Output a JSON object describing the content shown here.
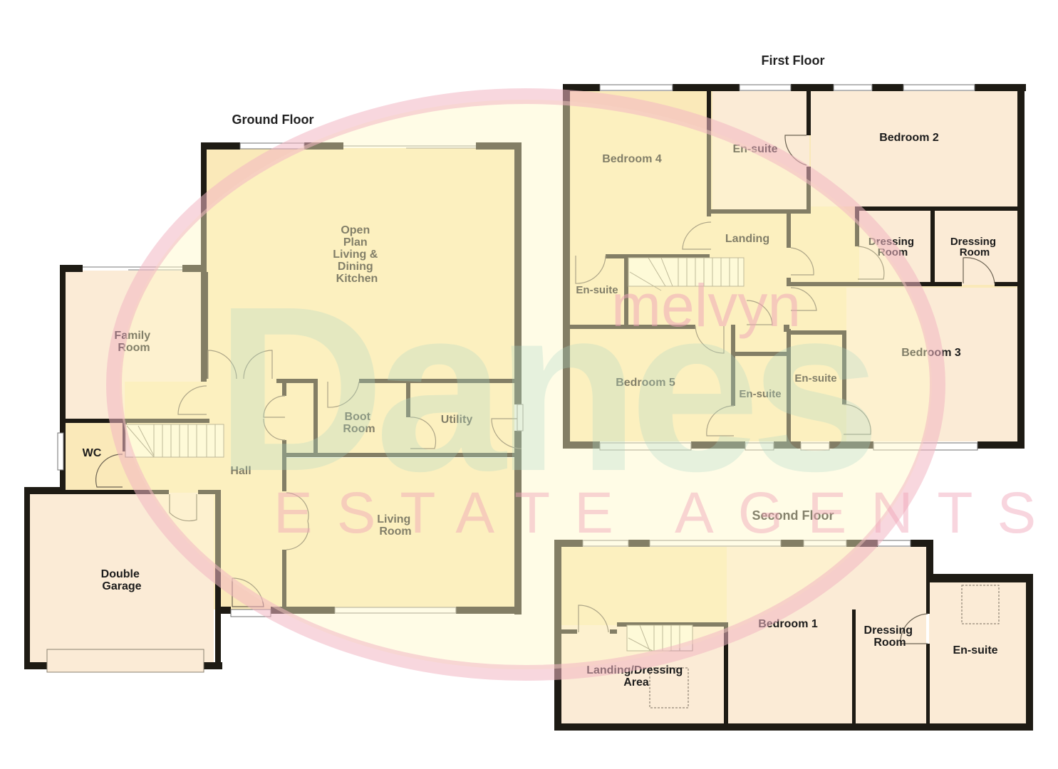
{
  "watermark": {
    "brand_small": "melvyn",
    "brand_large": "Danes",
    "tagline": "ESTATE AGENTS",
    "colors": {
      "ring": "#f3b6c2",
      "large_text": "#a9d7c6",
      "small_text": "#f0a4b8"
    }
  },
  "colors": {
    "wall": "#1e1b14",
    "room_primary": "#fae9b9",
    "room_secondary": "#fbebd6",
    "background": "#ffffff"
  },
  "floors": {
    "ground": {
      "title": "Ground Floor",
      "rooms": {
        "open_plan": [
          "Open",
          "Plan",
          "Living &",
          "Dining",
          "Kitchen"
        ],
        "family_room": [
          "Family",
          "Room"
        ],
        "wc": "WC",
        "hall": "Hall",
        "boot_room": [
          "Boot",
          "Room"
        ],
        "utility": "Utility",
        "living_room": [
          "Living",
          "Room"
        ],
        "double_garage": [
          "Double",
          "Garage"
        ]
      }
    },
    "first": {
      "title": "First Floor",
      "rooms": {
        "bedroom_4": "Bedroom 4",
        "ensuite_bed2": "En-suite",
        "bedroom_2": "Bedroom 2",
        "landing": "Landing",
        "dressing_room_1": [
          "Dressing",
          "Room"
        ],
        "dressing_room_2": [
          "Dressing",
          "Room"
        ],
        "ensuite_bed4": "En-suite",
        "bedroom_5": "Bedroom 5",
        "ensuite_bed5": "En-suite",
        "ensuite_bed3": "En-suite",
        "bedroom_3": "Bedroom 3"
      }
    },
    "second": {
      "title": "Second Floor",
      "rooms": {
        "bedroom_1": "Bedroom 1",
        "dressing_room": [
          "Dressing",
          "Room"
        ],
        "ensuite": "En-suite",
        "landing_dressing": [
          "Landing/Dressing",
          "Area"
        ]
      }
    }
  }
}
